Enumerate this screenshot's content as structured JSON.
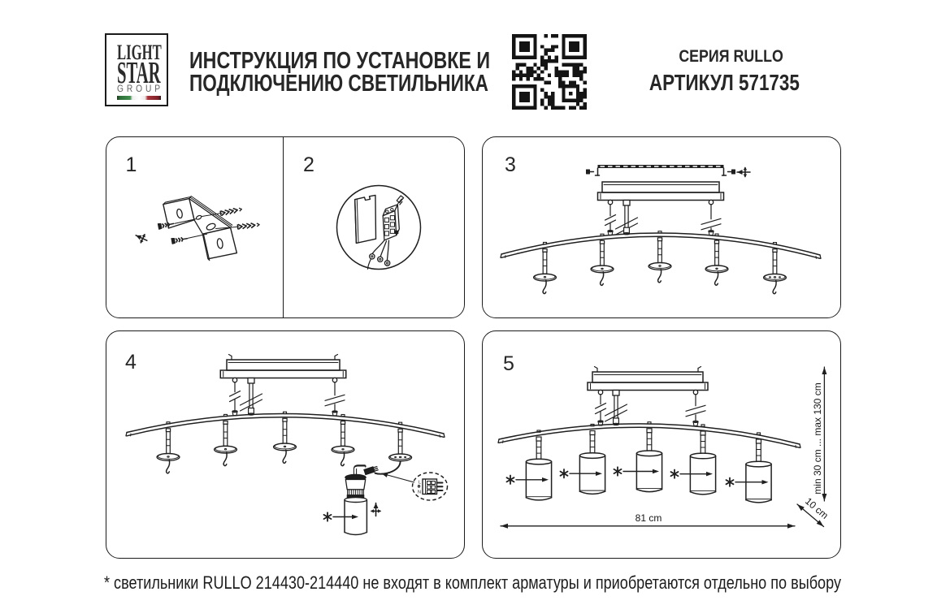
{
  "page": {
    "background": "#ffffff",
    "ink": "#1c1c1c"
  },
  "header": {
    "logo": {
      "line1": "LIGHT",
      "line2": "STAR",
      "line3": "GROUP",
      "flag_colors": [
        "#418f4e",
        "#ffffff",
        "#a8343c"
      ]
    },
    "title_line1": "ИНСТРУКЦИЯ ПО УСТАНОВКЕ И",
    "title_line2": "ПОДКЛЮЧЕНИЮ СВЕТИЛЬНИКА",
    "qr_icon": "qr-code",
    "series": "СЕРИЯ RULLO",
    "article": "АРТИКУЛ 571735"
  },
  "steps": [
    {
      "number": "1"
    },
    {
      "number": "2"
    },
    {
      "number": "3"
    },
    {
      "number": "4"
    },
    {
      "number": "5"
    }
  ],
  "diagram": {
    "marker_symbol": "*",
    "detail_labels": {
      "live": "L",
      "neutral": "N"
    },
    "dims": {
      "width": "81 cm",
      "height_range": "min 30 cm ... max 130 cm",
      "depth": "10 cm"
    }
  },
  "footnote": "* светильники RULLO 214430-214440 не входят в комплект арматуры и приобретаются отдельно по выбору"
}
